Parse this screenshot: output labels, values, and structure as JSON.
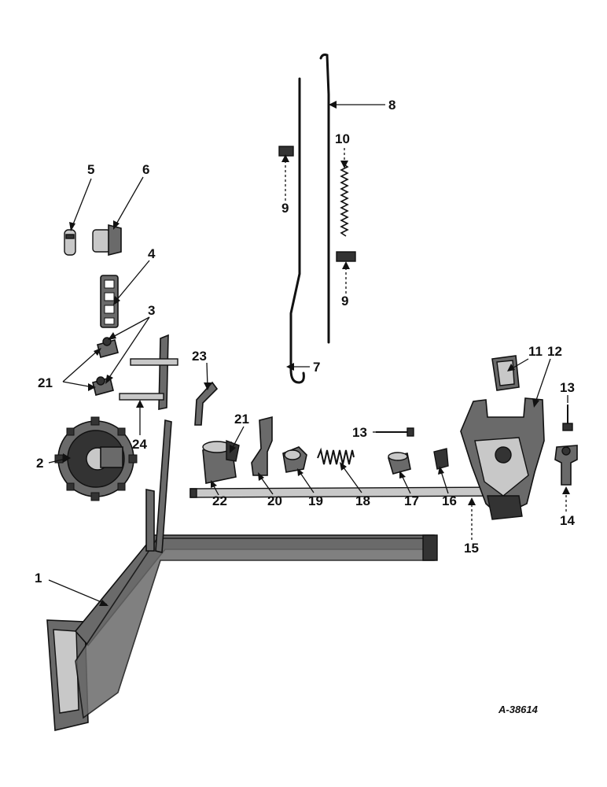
{
  "diagram": {
    "reference_number": "A-38614",
    "callouts": [
      {
        "id": "1",
        "label": "1"
      },
      {
        "id": "2",
        "label": "2"
      },
      {
        "id": "3",
        "label": "3"
      },
      {
        "id": "4",
        "label": "4"
      },
      {
        "id": "5",
        "label": "5"
      },
      {
        "id": "6",
        "label": "6"
      },
      {
        "id": "7",
        "label": "7"
      },
      {
        "id": "8",
        "label": "8"
      },
      {
        "id": "9a",
        "label": "9"
      },
      {
        "id": "9b",
        "label": "9"
      },
      {
        "id": "10",
        "label": "10"
      },
      {
        "id": "11",
        "label": "11"
      },
      {
        "id": "12",
        "label": "12"
      },
      {
        "id": "13a",
        "label": "13"
      },
      {
        "id": "13b",
        "label": "13"
      },
      {
        "id": "14",
        "label": "14"
      },
      {
        "id": "15",
        "label": "15"
      },
      {
        "id": "16",
        "label": "16"
      },
      {
        "id": "17",
        "label": "17"
      },
      {
        "id": "18",
        "label": "18"
      },
      {
        "id": "19",
        "label": "19"
      },
      {
        "id": "20",
        "label": "20"
      },
      {
        "id": "21a",
        "label": "21"
      },
      {
        "id": "21b",
        "label": "21"
      },
      {
        "id": "22",
        "label": "22"
      },
      {
        "id": "23",
        "label": "23"
      },
      {
        "id": "24",
        "label": "24"
      }
    ]
  }
}
